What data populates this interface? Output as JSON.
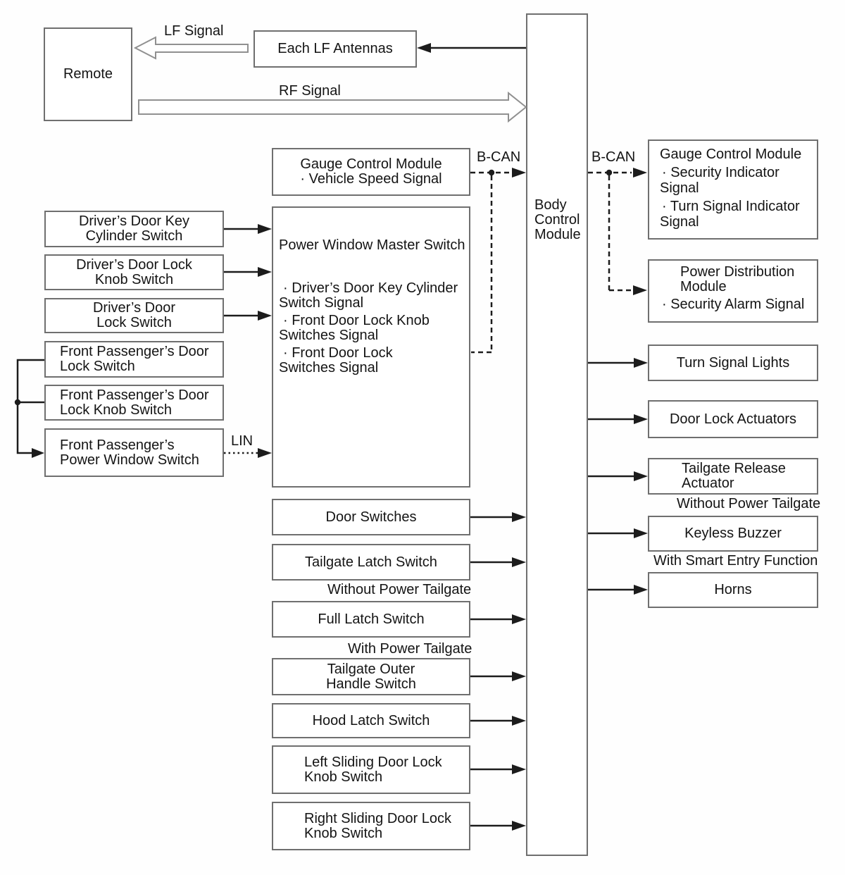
{
  "colors": {
    "box_border": "#6f6f6f",
    "line": "#1c1c1c",
    "hollow_arrow_outline": "#909090",
    "background": "#ffffff",
    "text": "#141414"
  },
  "nodes": {
    "remote": "Remote",
    "each_lf_antennas": "Each LF Antennas",
    "gauge_control_module_mid": {
      "title": "Gauge Control Module",
      "bullet": "· Vehicle Speed Signal"
    },
    "power_window_master_switch": {
      "title": "Power Window Master Switch",
      "lines": [
        "· Driver’s Door Key Cylinder",
        "Switch Signal",
        "· Front Door Lock Knob",
        "Switches Signal",
        "· Front Door Lock",
        "Switches Signal"
      ]
    },
    "left_column": [
      {
        "line1": "Driver’s Door Key",
        "line2": "Cylinder Switch"
      },
      {
        "line1": "Driver’s Door Lock",
        "line2": "Knob Switch"
      },
      {
        "line1": "Driver’s Door",
        "line2": "Lock Switch"
      },
      {
        "line1": "Front Passenger’s Door",
        "line2": "Lock Switch"
      },
      {
        "line1": "Front Passenger’s Door",
        "line2": "Lock Knob Switch"
      },
      {
        "line1": "Front Passenger’s",
        "line2": "Power Window Switch"
      }
    ],
    "mid_column": {
      "door_switches": "Door Switches",
      "tailgate_latch_switch": "Tailgate Latch Switch",
      "full_latch_switch": "Full Latch Switch",
      "tailgate_outer_handle_switch": {
        "line1": "Tailgate Outer",
        "line2": "Handle Switch"
      },
      "hood_latch_switch": "Hood Latch Switch",
      "left_sliding_door_lock_knob_switch": {
        "line1": "Left Sliding Door Lock",
        "line2": "Knob Switch"
      },
      "right_sliding_door_lock_knob_switch": {
        "line1": "Right Sliding Door Lock",
        "line2": "Knob Switch"
      }
    },
    "body_control_module": {
      "line1": "Body",
      "line2": "Control",
      "line3": "Module"
    },
    "right_column": {
      "gauge_control_module": {
        "lines": [
          "Gauge Control Module",
          "· Security Indicator",
          "Signal",
          "· Turn Signal Indicator",
          "Signal"
        ]
      },
      "power_distribution_module": {
        "lines": [
          "Power Distribution",
          "Module",
          "· Security Alarm Signal"
        ]
      },
      "turn_signal_lights": "Turn Signal Lights",
      "door_lock_actuators": "Door Lock Actuators",
      "tailgate_release_actuator": {
        "line1": "Tailgate Release",
        "line2": "Actuator"
      },
      "keyless_buzzer": "Keyless Buzzer",
      "horns": "Horns"
    }
  },
  "edge_labels": {
    "lf_signal": "LF Signal",
    "rf_signal": "RF Signal",
    "bcan_left": "B-CAN",
    "bcan_right": "B-CAN",
    "lin": "LIN"
  },
  "condition_labels": {
    "without_power_tailgate_mid": "Without Power Tailgate",
    "with_power_tailgate": "With Power Tailgate",
    "without_power_tailgate_right": "Without Power Tailgate",
    "with_smart_entry_function": "With Smart Entry Function"
  }
}
